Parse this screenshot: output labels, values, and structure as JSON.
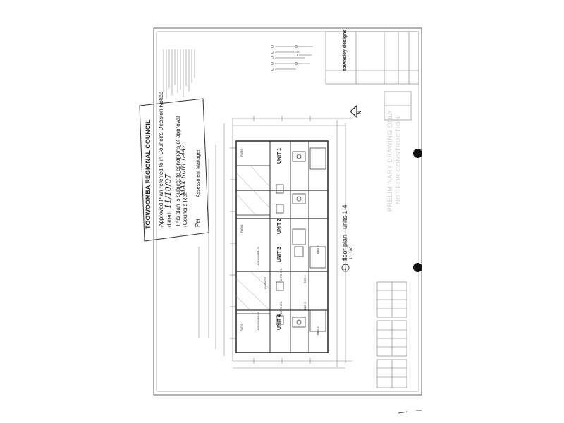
{
  "stamp": {
    "council": "TOOWOOMBA REGIONAL COUNCIL",
    "approval": "Approved Plan referred to in Council's Decision Notice",
    "dated_label": "dated",
    "dated_value": "11/10/07",
    "conditions": "This plan is subject to conditions of approval",
    "council_ref_label": "(Councils Ref.",
    "council_ref_value": "MAX 6001 0442",
    "per_label": "Per",
    "role": "Assessment Manager"
  },
  "plan": {
    "title": "floor plan - units 1-4",
    "scale": "1 : 100",
    "section_no": "1",
    "units": [
      "UNIT 1",
      "UNIT 2",
      "UNIT 3",
      "UNIT 4"
    ],
    "rooms": {
      "patio": "PATIO",
      "garage": "GARAGE",
      "living_meals": "LIVING/MEALS",
      "kitchen": "KITCHEN",
      "bed1": "BED 1",
      "bed2": "BED 2",
      "bed3": "BED 3"
    },
    "north": "N"
  },
  "watermark": {
    "line1": "PRELIMINARY DRAWING ONLY",
    "line2": "NOT FOR CONSTRUCTION"
  },
  "title_block": {
    "firm": "townsley designs"
  }
}
